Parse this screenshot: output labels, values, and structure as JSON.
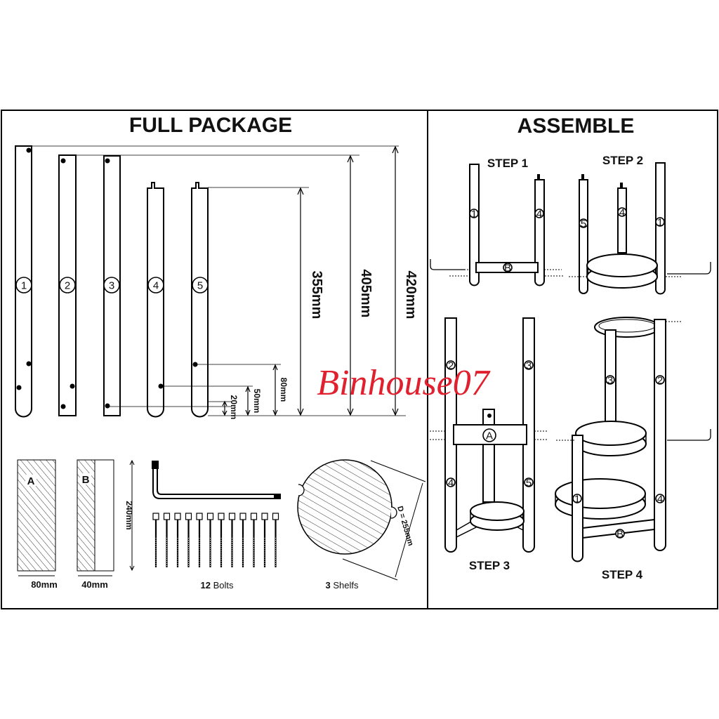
{
  "package": {
    "title": "FULL PACKAGE",
    "tube_labels": [
      "1",
      "2",
      "3",
      "4",
      "5"
    ],
    "dim_420": "420mm",
    "dim_405": "405mm",
    "dim_355": "355mm",
    "dim_80": "80mm",
    "dim_50": "50mm",
    "dim_20": "20mm",
    "block_a_label": "A",
    "block_b_label": "B",
    "block_height": "240mm",
    "block_a_width": "80mm",
    "block_b_width": "40mm",
    "bolts_count": "12",
    "bolts_text": "Bolts",
    "shelves_count": "3",
    "shelves_text": "Shelfs",
    "shelf_diameter": "D = 255mm"
  },
  "assemble": {
    "title": "ASSEMBLE",
    "step1": "STEP 1",
    "step2": "STEP 2",
    "step3": "STEP 3",
    "step4": "STEP 4",
    "tag_1": "1",
    "tag_2": "2",
    "tag_3": "3",
    "tag_4": "4",
    "tag_5": "5",
    "tag_a": "A",
    "tag_b": "B"
  },
  "watermark": "Binhouse07"
}
